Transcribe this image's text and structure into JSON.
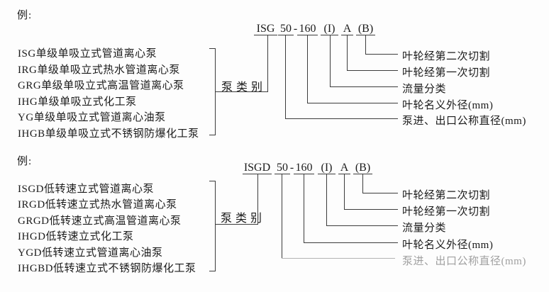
{
  "colors": {
    "background": "#fdfdfd",
    "line": "#3c3c3c",
    "text": "#1b1b1b",
    "faded_text": "#a0a0a0"
  },
  "top_diagram": {
    "example_label": "例:",
    "pump_types": [
      "ISG单级单吸立式管道离心泵",
      "IRG单级单吸立式热水管道离心泵",
      "GRG单级单吸立式高温管道离心泵",
      "IHG单级单吸立式化工泵",
      "YG单级单吸立式管道离心油泵",
      "IHGB单级单吸立式不锈钢防爆化工泵"
    ],
    "category_label": "泵类别",
    "model_code": {
      "full": "ISG 50-160 (I) A (B)",
      "segments": [
        "ISG",
        "50",
        "-",
        "160",
        "(I)",
        "A",
        "(B)"
      ]
    },
    "legend": [
      "叶轮经第二次切割",
      "叶轮经第一次切割",
      "流量分类",
      "叶轮名义外径(mm)",
      "泵进、出口公称直径(mm)"
    ]
  },
  "bottom_diagram": {
    "example_label": "例:",
    "pump_types": [
      "ISGD低转速立式管道离心泵",
      "IRGD低转速立式热水管道离心泵",
      "GRGD低转速立式高温管道离心泵",
      "IHGD低转速立式化工泵",
      "YGD低转速立式管道离心油泵",
      "IHGBD低转速立式不锈钢防爆化工泵"
    ],
    "category_label": "泵类别",
    "model_code": {
      "full": "ISGD 50-160 (I) A (B)",
      "segments": [
        "ISGD",
        "50",
        "-",
        "160",
        "(I)",
        "A",
        "(B)"
      ]
    },
    "legend": [
      "叶轮经第二次切割",
      "叶轮经第一次切割",
      "流量分类",
      "叶轮名义外径(mm)",
      "泵进、出口公称直径(mm)"
    ]
  }
}
